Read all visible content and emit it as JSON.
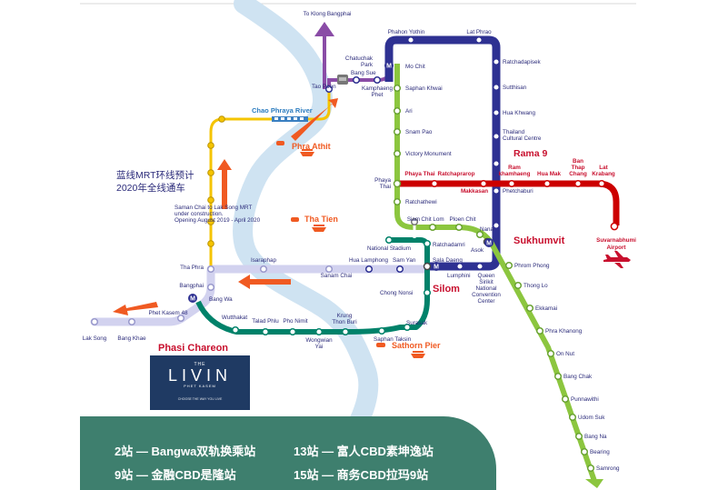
{
  "lines": {
    "blue": "#2e3192",
    "green": "#8cc63f",
    "teal": "#00826a",
    "red": "#cc0000",
    "lavender": "#d2d2ef",
    "purple": "#8a4ca6",
    "gold": "#f5c400",
    "river": "#cfe3f2",
    "arrow": "#f05a22"
  },
  "labels": {
    "to_klong_bangphai": "To Klong Bangphai",
    "chao_phraya_river": "Chao Phraya River",
    "phra_athit": "Phra Athit",
    "tha_tien": "Tha Tien",
    "sathorn_pier": "Sathorn Pier",
    "construction_note": [
      "Saman Chai to Lak Song MRT",
      "under construction.",
      "Opening August 2019 - April 2020"
    ],
    "blue_line_note": [
      "蓝线MRT环线预计",
      "2020年全线通车"
    ],
    "rama9": "Rama 9",
    "sukhumvit": "Sukhumvit",
    "silom": "Silom",
    "phasi_chareon": "Phasi Chareon",
    "airport": [
      "Suvarnabhumi",
      "Airport"
    ]
  },
  "stations": {
    "phahon_yothin": "Phahon Yothin",
    "lat_phrao": "Lat Phrao",
    "ratchadapisek": "Ratchadapisek",
    "sutthisan": "Sutthisan",
    "hua_khwang": "Hua Khwang",
    "thailand_cultural_centre": [
      "Thailand",
      "Cultural Centre"
    ],
    "chatuchak_park": [
      "Chatuchak",
      "Park"
    ],
    "mo_chit": "Mo Chit",
    "bang_sue": "Bang Sue",
    "kamphaeng_phet": [
      "Kamphaeng",
      "Phet"
    ],
    "tao_poon": "Tao Poon",
    "saphan_khwai": "Saphan Khwai",
    "ari": "Ari",
    "sanam_pao": "Snam Pao",
    "victory_monument": "Victory Monument",
    "phaya_thai_bts": [
      "Phaya",
      "Thai"
    ],
    "phaya_thai_arl": "Phaya Thai",
    "ratchaprarop": "Ratchaprarop",
    "ram_khamhaeng": [
      "Ram",
      "khamhaeng"
    ],
    "hua_mak": "Hua Mak",
    "ban_thap_chang": [
      "Ban",
      "Thap",
      "Chang"
    ],
    "lat_krabang": [
      "Lat",
      "Krabang"
    ],
    "makkasan": "Makkasan",
    "phetchaburi": "Phetchaburi",
    "ratchathewi": "Ratchathewi",
    "siam": "Siam",
    "chit_lom": "Chit Lom",
    "ploen_chit": "Ploen Chit",
    "nana": "Nana",
    "asok": "Asok",
    "ratchadamri": "Ratchadamri",
    "national_stadium": "National Stadium",
    "hua_lamphong": "Hua Lamphong",
    "sam_yan": "Sam Yan",
    "sala_daeng": "Sala Daeng",
    "lumphini": "Lumphini",
    "queen_sirikit": [
      "Queen",
      "Sirikit",
      "National",
      "Convention",
      "Center"
    ],
    "phrom_phong": "Phrom Phong",
    "thong_lo": "Thong Lo",
    "ekkamai": "Ekkamai",
    "phra_khanong": "Phra Khanong",
    "on_nut": "On Nut",
    "bang_chak": "Bang Chak",
    "punnawithi": "Punnawithi",
    "udom_suk": "Udom Suk",
    "bang_na": "Bang Na",
    "bearing": "Bearing",
    "samrong": "Samrong",
    "tha_phra": "Tha Phra",
    "isaraphap": "Isaraphap",
    "sanam_chai": "Sanam Chai",
    "bangphai": "Bangphai",
    "bang_wa": "Bang Wa",
    "phet_kasem_48": "Phet Kasem 48",
    "lak_song": "Lak Song",
    "bang_khae": "Bang Khae",
    "wutthakat": "Wutthakat",
    "talad_phlu": "Talad Phlu",
    "pho_nimit": "Pho Nimit",
    "wongwian_yai": [
      "Wongwian",
      "Yai"
    ],
    "krung_thon_buri": [
      "Krung",
      "Thon Buri"
    ],
    "saphan_taksin": "Saphan Taksin",
    "surasak": "Surasak",
    "chong_nonsi": "Chong Nonsi"
  },
  "livin": {
    "the": "THE",
    "name": "LIVIN",
    "sub": "PHET KASEM",
    "tagline": "CHOOSE THE WAY YOU LIVE"
  },
  "legend": {
    "item1": "2站 — Bangwa双轨换乘站",
    "item2": "13站 — 富人CBD素坤逸站",
    "item3": "9站 — 金融CBD是隆站",
    "item4": "15站 — 商务CBD拉玛9站"
  },
  "interchange_mark": "M"
}
